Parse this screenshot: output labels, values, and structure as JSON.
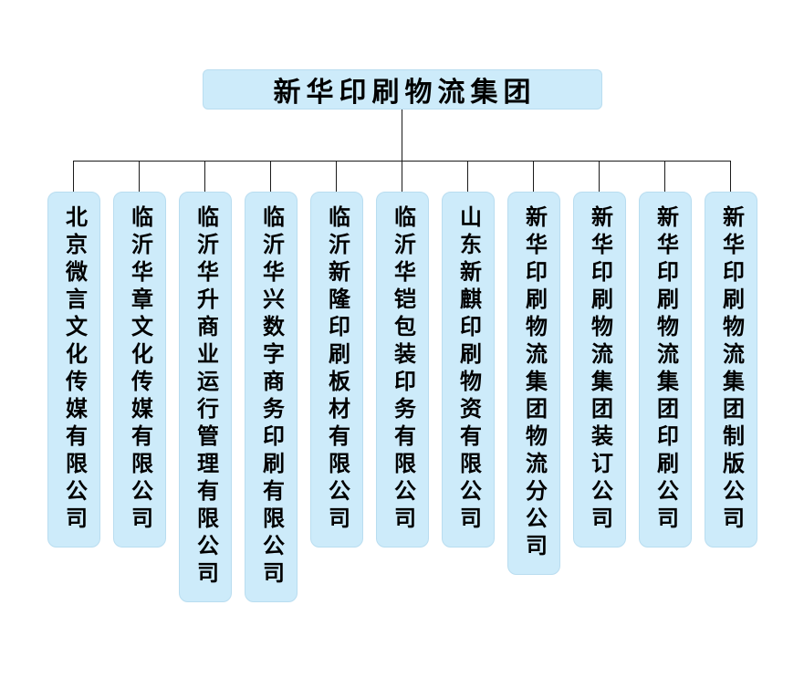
{
  "root": {
    "title": "新华印刷物流集团"
  },
  "children": [
    {
      "name": "北京微言文化传媒有限公司"
    },
    {
      "name": "临沂华章文化传媒有限公司"
    },
    {
      "name": "临沂华升商业运行管理有限公司"
    },
    {
      "name": "临沂华兴数字商务印刷有限公司"
    },
    {
      "name": "临沂新隆印刷板材有限公司"
    },
    {
      "name": "临沂华铠包装印务有限公司"
    },
    {
      "name": "山东新麒印刷物资有限公司"
    },
    {
      "name": "新华印刷物流集团物流分公司"
    },
    {
      "name": "新华印刷物流集团装订公司"
    },
    {
      "name": "新华印刷物流集团印刷公司"
    },
    {
      "name": "新华印刷物流集团制版公司"
    }
  ],
  "colors": {
    "box_fill": "#cdebfa",
    "box_border": "#b9ddf0",
    "line_color": "#1a1a1a"
  }
}
